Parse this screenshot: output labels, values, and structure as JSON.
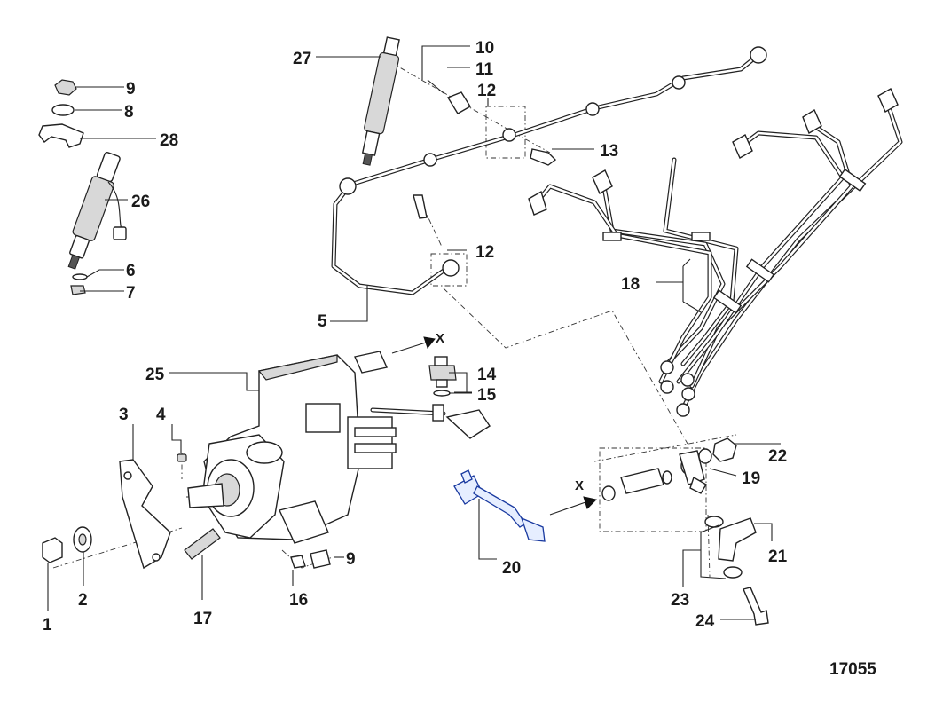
{
  "figure_number": "17055",
  "direction_marker": "X",
  "callouts": [
    "1",
    "2",
    "3",
    "4",
    "5",
    "6",
    "7",
    "8",
    "9",
    "10",
    "11",
    "12",
    "13",
    "14",
    "15",
    "16",
    "17",
    "18",
    "19",
    "20",
    "21",
    "22",
    "23",
    "24",
    "25",
    "26",
    "27",
    "28"
  ],
  "colors": {
    "line": "#222222",
    "sensor": "#1a3aa0",
    "background": "#ffffff"
  }
}
